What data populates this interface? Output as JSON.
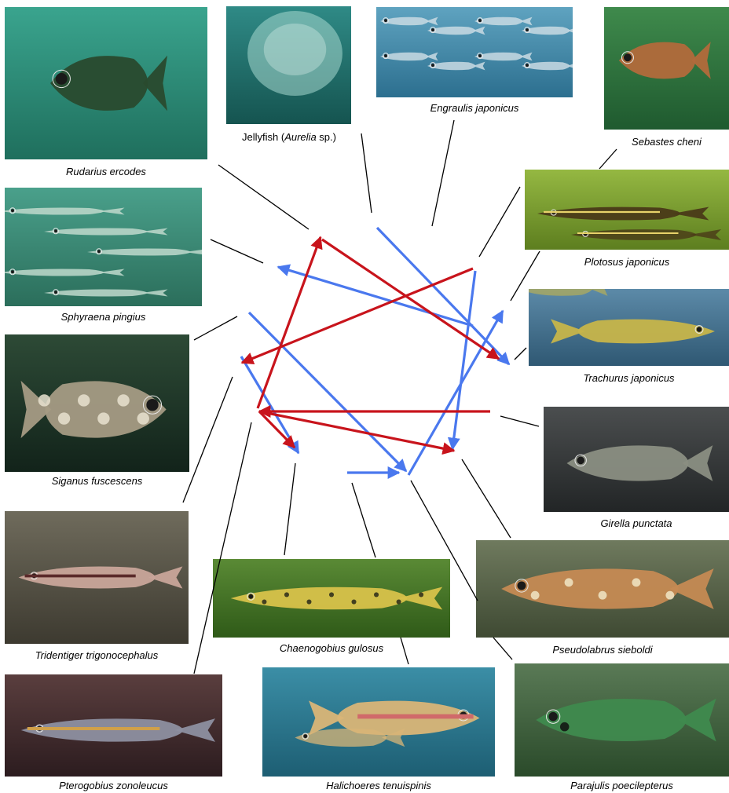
{
  "species": [
    {
      "id": "rudarius",
      "name": "Rudarius ercodes",
      "shape": "filefish",
      "bg": [
        "#3aa48e",
        "#1f6f5d"
      ],
      "fish": "#294a2e"
    },
    {
      "id": "jellyfish",
      "prefix": "Jellyfish (",
      "name": "Aurelia",
      "suffix": " sp.)",
      "shape": "jelly",
      "bg": [
        "#2f8a86",
        "#155450"
      ],
      "fish": "#a7d8d0"
    },
    {
      "id": "engraulis",
      "name": "Engraulis japonicus",
      "shape": "school",
      "bg": [
        "#5fa3c0",
        "#2c6f8f"
      ],
      "fish": "#c9dbe3"
    },
    {
      "id": "sebastes",
      "name": "Sebastes cheni",
      "shape": "rockfish",
      "bg": [
        "#3f8a4c",
        "#1f5a2f"
      ],
      "fish": "#b26a3b"
    },
    {
      "id": "plotosus",
      "name": "Plotosus japonicus",
      "shape": "catfish",
      "bg": [
        "#95b842",
        "#5d7e1f"
      ],
      "fish": "#4a3a18"
    },
    {
      "id": "sphyraena",
      "name": "Sphyraena pingius",
      "shape": "barracuda",
      "bg": [
        "#4aa08b",
        "#2b6e5b"
      ],
      "fish": "#bfd9cc"
    },
    {
      "id": "trachurus",
      "name": "Trachurus japonicus",
      "shape": "jack",
      "bg": [
        "#5c8aa8",
        "#2f5873"
      ],
      "fish": "#c7b54a"
    },
    {
      "id": "siganus",
      "name": "Siganus fuscescens",
      "shape": "rabbitfish",
      "bg": [
        "#2d4a36",
        "#12231a"
      ],
      "fish": "#a59b84"
    },
    {
      "id": "girella",
      "name": "Girella punctata",
      "shape": "nibbler",
      "bg": [
        "#4b4e4f",
        "#222526"
      ],
      "fish": "#8a8e82"
    },
    {
      "id": "tridentiger",
      "name": "Tridentiger trigonocephalus",
      "shape": "goby",
      "bg": [
        "#6f6b5c",
        "#3d3a30"
      ],
      "fish": "#c9a59a"
    },
    {
      "id": "chaenogobius",
      "name": "Chaenogobius gulosus",
      "shape": "spotgoby",
      "bg": [
        "#5a8a35",
        "#2f5a18"
      ],
      "fish": "#d8c24a"
    },
    {
      "id": "pseudolabrus",
      "name": "Pseudolabrus sieboldi",
      "shape": "wrasse",
      "bg": [
        "#6f7a5e",
        "#3f4a33"
      ],
      "fish": "#c58a53"
    },
    {
      "id": "pterogobius",
      "name": "Pterogobius zonoleucus",
      "shape": "goby2",
      "bg": [
        "#5a3e3e",
        "#2c1c1f"
      ],
      "fish": "#8d8fa0"
    },
    {
      "id": "halichoeres",
      "name": "Halichoeres tenuispinis",
      "shape": "wrasse2",
      "bg": [
        "#3b8ea6",
        "#1d5e73"
      ],
      "fish": "#d9b577"
    },
    {
      "id": "parajulis",
      "name": "Parajulis poecilepterus",
      "shape": "wrasse3",
      "bg": [
        "#5a7a56",
        "#2a4a2a"
      ],
      "fish": "#3f8a4e"
    }
  ],
  "arrow_colors": {
    "blue": "#4a78ee",
    "red": "#c8141c"
  }
}
